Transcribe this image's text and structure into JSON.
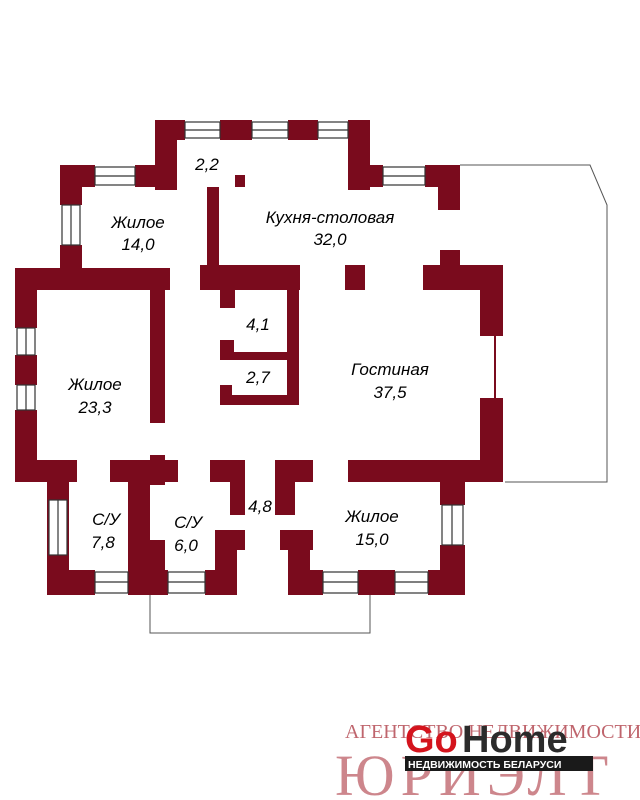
{
  "colors": {
    "wall": "#7a0b1d",
    "window_frame": "#222222",
    "background": "#ffffff",
    "text": "#000000",
    "gohome_red": "#d4141d",
    "gohome_dark": "#2b2b2b",
    "agency_red": "#a52530"
  },
  "rooms": [
    {
      "key": "hall",
      "value": "2,2"
    },
    {
      "key": "kitchen",
      "name": "Кухня-столовая",
      "value": "32,0"
    },
    {
      "key": "bedroom_nw",
      "name": "Жилое",
      "value": "14,0"
    },
    {
      "key": "closet_1",
      "value": "4,1"
    },
    {
      "key": "closet_2",
      "value": "2,7"
    },
    {
      "key": "bedroom_w",
      "name": "Жилое",
      "value": "23,3"
    },
    {
      "key": "living",
      "name": "Гостиная",
      "value": "37,5"
    },
    {
      "key": "bath_1",
      "name": "С/У",
      "value": "7,8"
    },
    {
      "key": "bath_2",
      "name": "С/У",
      "value": "6,0"
    },
    {
      "key": "corridor",
      "value": "4,8"
    },
    {
      "key": "bedroom_se",
      "name": "Жилое",
      "value": "15,0"
    }
  ],
  "watermark": {
    "agency_line": "АГЕНТСТВО НЕДВИЖИМОСТИ",
    "agency_name": "ЮРИЭЛТ",
    "brand_go": "Go",
    "brand_home": "Home",
    "brand_sub": "НЕДВИЖИМОСТЬ БЕЛАРУСИ"
  }
}
